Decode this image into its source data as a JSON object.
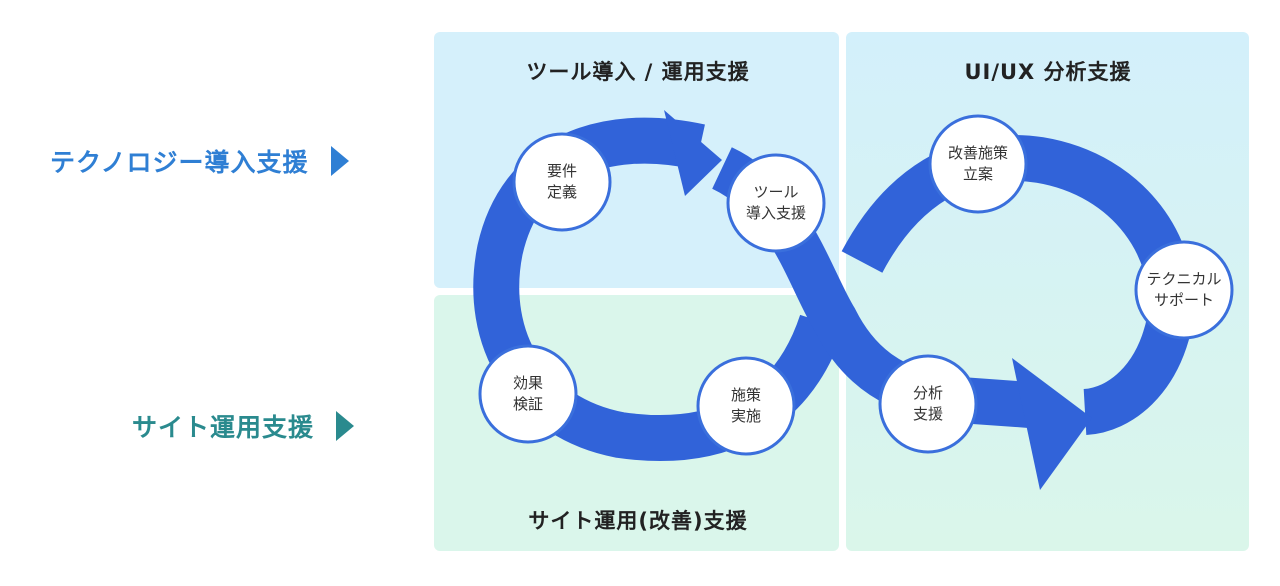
{
  "row_labels": {
    "technology": "テクノロジー導入支援",
    "site": "サイト運用支援"
  },
  "panels": {
    "tool": {
      "title": "ツール導入 / 運用支援"
    },
    "uiux": {
      "title": "UI/UX 分析支援"
    },
    "site": {
      "title": "サイト運用(改善)支援"
    }
  },
  "nodes": {
    "requirements": {
      "line1": "要件",
      "line2": "定義"
    },
    "tool_intro": {
      "line1": "ツール",
      "line2": "導入支援"
    },
    "effect": {
      "line1": "効果",
      "line2": "検証"
    },
    "measure": {
      "line1": "施策",
      "line2": "実施"
    },
    "improve": {
      "line1": "改善施策",
      "line2": "立案"
    },
    "technical": {
      "line1": "テクニカル",
      "line2": "サポート"
    },
    "analysis": {
      "line1": "分析",
      "line2": "支援"
    }
  },
  "colors": {
    "tech_label": "#2f7fd4",
    "site_label": "#2a8a8e",
    "panel_blue": "#d5f0fb",
    "panel_green": "#daf6eb",
    "loop": "#3163d9",
    "node_border": "#3a6fdc",
    "node_fill": "#ffffff"
  }
}
